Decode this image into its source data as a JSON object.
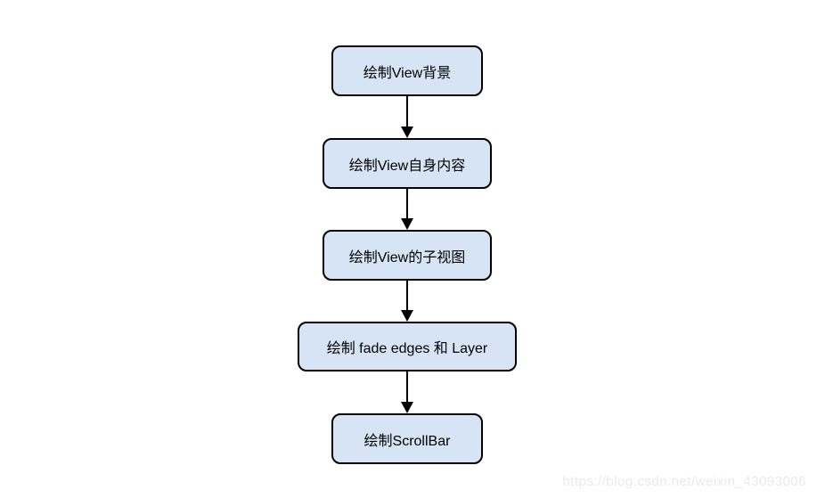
{
  "diagram": {
    "type": "flowchart",
    "direction": "top-down",
    "node_fill_color": "#d6e4f5",
    "node_border_color": "#000000",
    "arrow_color": "#000000",
    "nodes": [
      {
        "id": "draw-view-background",
        "label": "绘制View背景"
      },
      {
        "id": "draw-view-own-content",
        "label": "绘制View自身内容"
      },
      {
        "id": "draw-view-children",
        "label": "绘制View的子视图"
      },
      {
        "id": "draw-fade-edges-and-layer",
        "label": "绘制 fade edges 和 Layer"
      },
      {
        "id": "draw-scrollbar",
        "label": "绘制ScrollBar"
      }
    ],
    "connections": [
      {
        "from": "draw-view-background",
        "to": "draw-view-own-content"
      },
      {
        "from": "draw-view-own-content",
        "to": "draw-view-children"
      },
      {
        "from": "draw-view-children",
        "to": "draw-fade-edges-and-layer"
      },
      {
        "from": "draw-fade-edges-and-layer",
        "to": "draw-scrollbar"
      }
    ]
  },
  "watermark": {
    "text": "https://blog.csdn.net/weixin_43093006",
    "color": "#e9e9e9"
  }
}
